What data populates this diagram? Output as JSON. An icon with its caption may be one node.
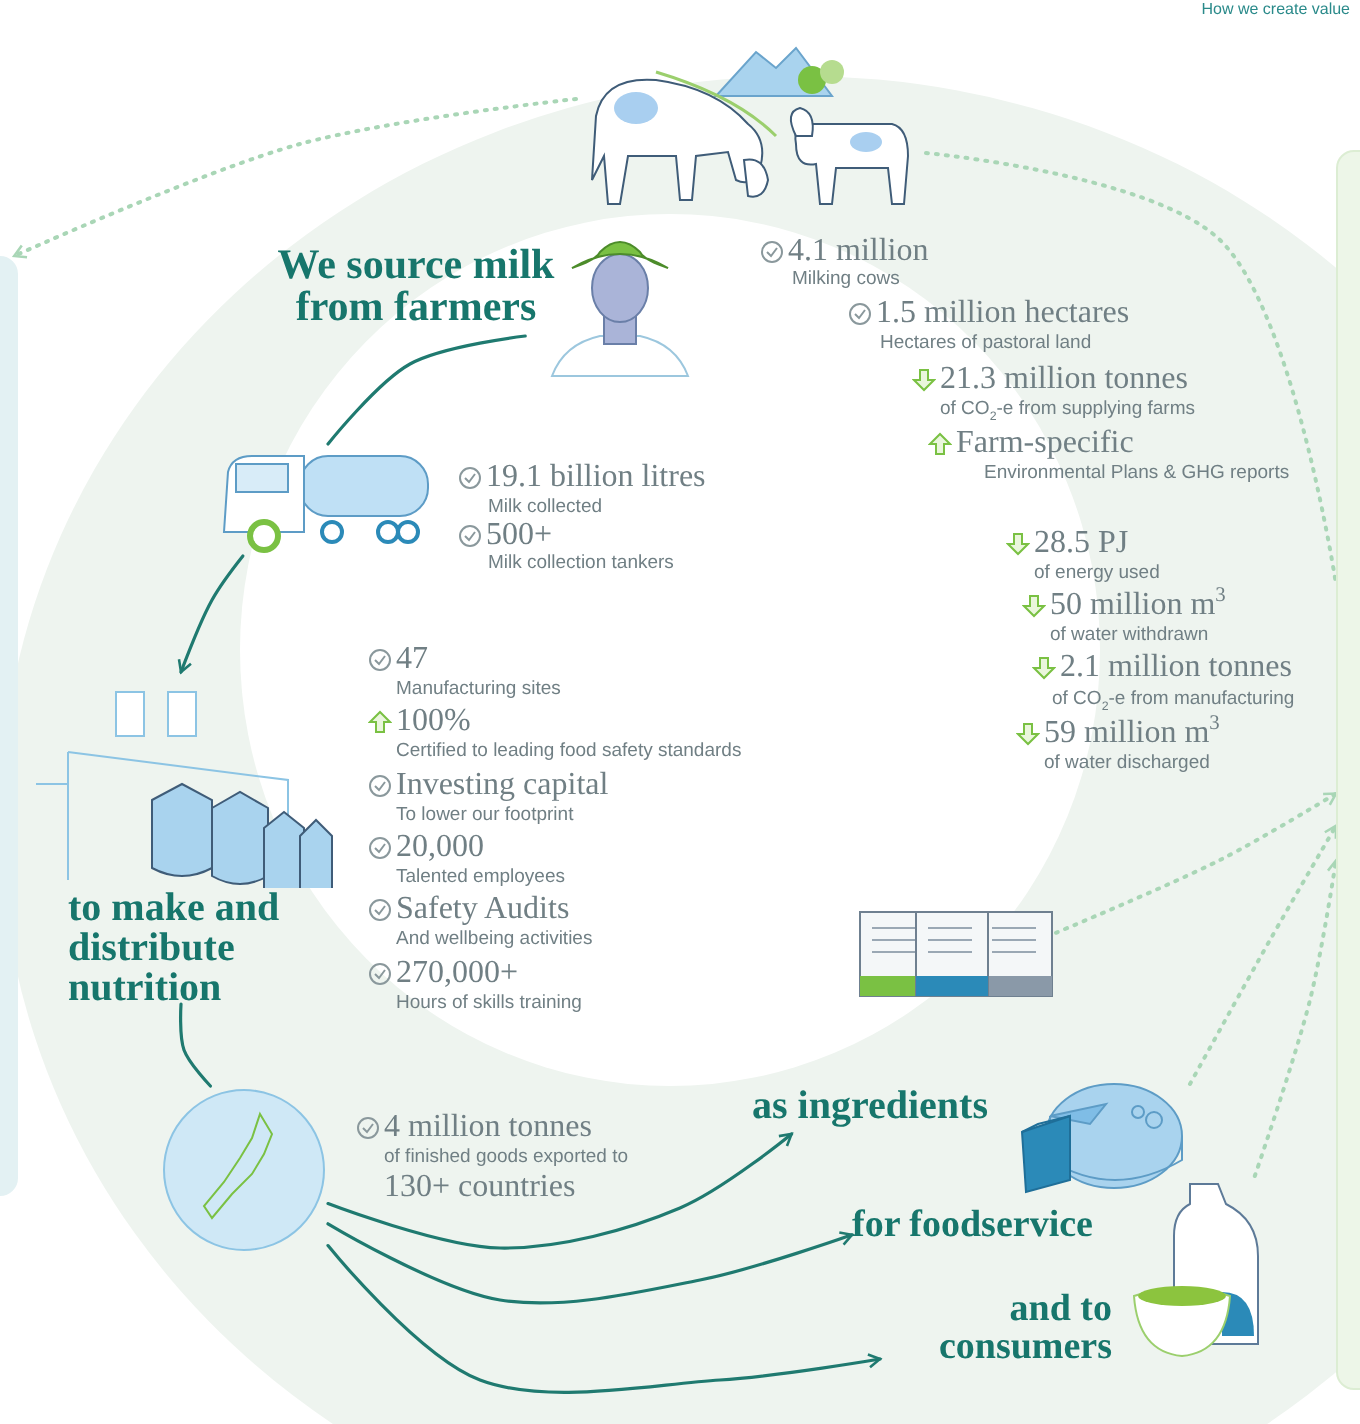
{
  "diagram": {
    "nodes": [
      {
        "text": [],
        "shape": "picture"
      },
      {
        "text": [
          "We source milk from farmers"
        ]
      },
      {
        "text": [],
        "shape": "picture"
      },
      {
        "text": [
          "to make and distribute nutrition"
        ]
      },
      {
        "text": [],
        "shape": "picture"
      },
      {
        "text": [],
        "shape": "picture"
      },
      {
        "text": [
          "as ingredients"
        ]
      },
      {
        "text": [],
        "shape": "picture"
      },
      {
        "text": [
          "for foodservice"
        ]
      },
      {
        "text": [],
        "shape": "picture"
      },
      {
        "text": [
          "and to consumers"
        ]
      },
      {
        "text": [],
        "shape": "box"
      },
      {
        "text": [],
        "shape": "box"
      }
    ],
    "edges": [
      {
        "from": 1,
        "to": 2,
        "arrow": "none"
      },
      {
        "from": 2,
        "to": 3,
        "arrow": "to"
      },
      {
        "from": 3,
        "to": 4,
        "arrow": "none"
      },
      {
        "from": 4,
        "to": 6,
        "arrow": "to"
      },
      {
        "from": 4,
        "to": 8,
        "arrow": "to"
      },
      {
        "from": 4,
        "to": 10,
        "arrow": "to"
      },
      {
        "from": 0,
        "to": 11,
        "arrow": "to",
        "style": "dashed",
        "color": "#a9d6b6"
      },
      {
        "from": 0,
        "to": 12,
        "arrow": "none",
        "style": "dashed",
        "color": "#a9d6b6"
      },
      {
        "from": 5,
        "to": 12,
        "arrow": "to",
        "style": "dashed",
        "color": "#a9d6b6"
      },
      {
        "from": 7,
        "to": 12,
        "arrow": "to",
        "style": "dashed",
        "color": "#a9d6b6"
      },
      {
        "from": 9,
        "to": 12,
        "arrow": "to",
        "style": "dashed",
        "color": "#a9d6b6"
      }
    ],
    "labels": [
      "How we create value",
      "4.1 million",
      "Milking cows",
      "1.5 million hectares",
      "Hectares of pastoral land",
      "21.3 million tonnes",
      "of CO$_{2}$-e from supplying farms",
      "Farm-specific",
      "Environmental Plans & GHG reports",
      "19.1 billion litres",
      "Milk collected",
      "500+",
      "Milk collection tankers",
      "28.5 PJ",
      "of energy used",
      "50 million m$^{3}$",
      "of water withdrawn",
      "2.1 million tonnes",
      "of CO$_{2}$-e from manufacturing",
      "59 million m$^{3}$",
      "of water discharged",
      "47",
      "Manufacturing sites",
      "100%",
      "Certified to leading food safety standards",
      "Investing capital",
      "To lower our footprint",
      "20,000",
      "Talented employees",
      "Safety Audits",
      "And wellbeing activities",
      "270,000+",
      "Hours of skills training",
      "4 million tonnes",
      "of finished goods exported to",
      "130+ countries"
    ]
  }
}
